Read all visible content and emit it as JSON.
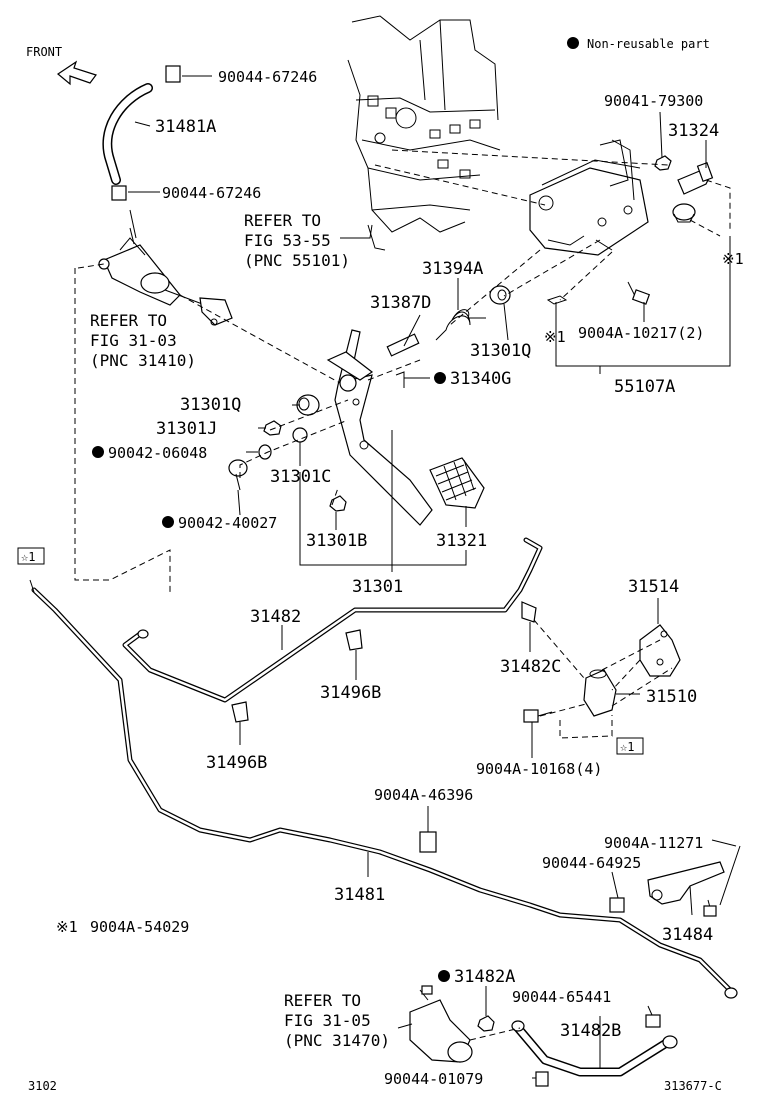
{
  "header": {
    "front_label": "FRONT",
    "legend_text": "Non-reusable part"
  },
  "callouts": {
    "p90044_67246_a": "90044-67246",
    "p31481A": "31481A",
    "p90044_67246_b": "90044-67246",
    "p90041_79300": "90041-79300",
    "p31324": "31324",
    "p31394A": "31394A",
    "p31387D": "31387D",
    "p31301Q_a": "31301Q",
    "p9004A_10217": "9004A-10217(2)",
    "p31340G": "31340G",
    "p55107A": "55107A",
    "p31301Q_b": "31301Q",
    "p31301J": "31301J",
    "p90042_06048": "90042-06048",
    "p31301C": "31301C",
    "p90042_40027": "90042-40027",
    "p31301B": "31301B",
    "p31321": "31321",
    "p31301": "31301",
    "p31482": "31482",
    "p31514": "31514",
    "p31496B_a": "31496B",
    "p31482C": "31482C",
    "p31510": "31510",
    "p31496B_b": "31496B",
    "p9004A_10168": "9004A-10168(4)",
    "p9004A_46396": "9004A-46396",
    "p9004A_11271": "9004A-11271",
    "p90044_64925": "90044-64925",
    "p31481": "31481",
    "p31484": "31484",
    "p31482A": "31482A",
    "p90044_65441": "90044-65441",
    "p31482B": "31482B",
    "p90044_01079": "90044-01079"
  },
  "refs": {
    "fig53": [
      "REFER TO",
      "FIG 53-55",
      "(PNC 55101)"
    ],
    "fig31_03": [
      "REFER TO",
      "FIG 31-03",
      "(PNC 31410)"
    ],
    "fig31_05": [
      "REFER TO",
      "FIG 31-05",
      "(PNC 31470)"
    ]
  },
  "marks": {
    "star1": "☆1",
    "ref1": "※1"
  },
  "note": {
    "mark": "※1",
    "part": "9004A-54029"
  },
  "footer": {
    "left_code": "3102",
    "right_code": "313677-C"
  }
}
